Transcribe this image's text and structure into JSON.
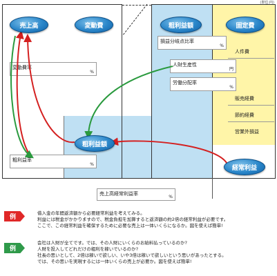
{
  "corner_label": "(単位:円)",
  "nodes": {
    "sales": "売上高",
    "variable_cost": "変動費",
    "gross_profit_top": "粗利益額",
    "fixed_cost": "固定費",
    "gross_profit_mid": "粗利益額",
    "target_profit": "経常利益"
  },
  "boxes": {
    "breakeven": "損益分岐点比率",
    "variable_ratio": "変動費率",
    "labor_productivity": "人財生産性",
    "labor_share": "労働分配率",
    "gross_ratio": "粗利益率",
    "ordinary_ratio": "売上高経常利益率"
  },
  "unit_pct": "%",
  "unit_yen": "円",
  "fixed_items": [
    "人件費",
    "販売経費",
    "節約経費",
    "営業外損益"
  ],
  "examples": [
    {
      "tag": "例",
      "color": "#e02828",
      "lines": [
        "借入金の年間返済額から必要経常利益を考えてみる。",
        "利益には税金がかかりますので、税金負担を加算すると返済額の約2倍の経常利益が必要です。",
        "ここで、この経常利益を確保するために必要な売上は一体いくらになるか。図を使えば簡単!"
      ]
    },
    {
      "tag": "例",
      "color": "#2f9a4a",
      "lines": [
        "会社は人財が全てです。では、その人財にいくらのお給料払っているのか?",
        "人財を投入してどれだけの粗利を稼いでいるのか?",
        "社長の思いとして、2倍は稼いで欲しい、いや3倍は稼いで欲しいという思いがあったとする。",
        "では、その思いを実現するには一体いくらの売上が必要か。図を使えば簡単!"
      ]
    }
  ],
  "colors": {
    "blue_region": "#bfe0f3",
    "yellow_region": "#fff5a8",
    "arrow_red": "#d42020",
    "arrow_green": "#2a9a3e"
  }
}
